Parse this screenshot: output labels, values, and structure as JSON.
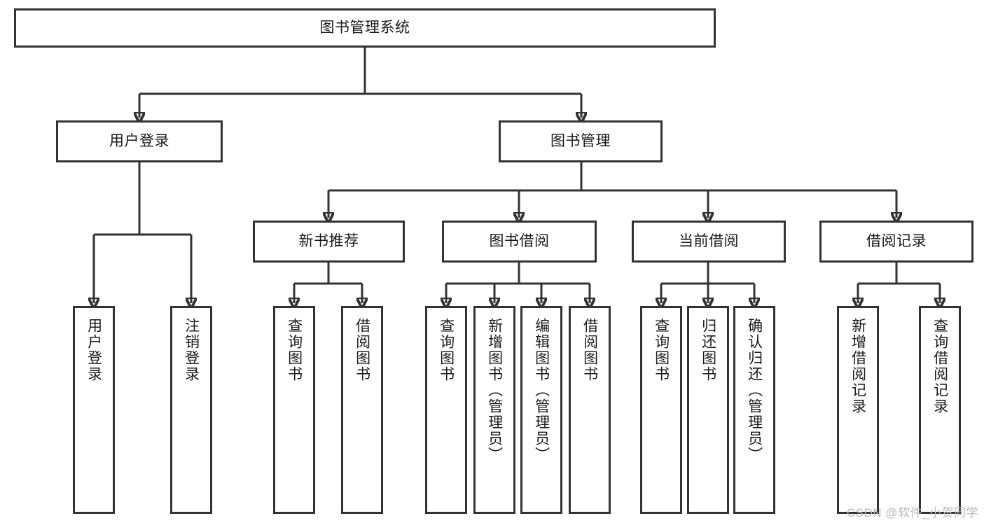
{
  "diagram": {
    "type": "tree-hierarchy",
    "title": "图书管理系统",
    "watermark": "CSDN @软件_小贺同学",
    "colors": {
      "stroke": "#333333",
      "fill": "#ffffff",
      "text": "#1a1a1a",
      "watermark": "#b9b9b9"
    },
    "levels": {
      "root": {
        "label": "图书管理系统"
      },
      "level2": [
        {
          "id": "user-login",
          "label": "用户登录"
        },
        {
          "id": "book-management",
          "label": "图书管理"
        }
      ],
      "level3": [
        {
          "id": "new-book-recommend",
          "label": "新书推荐",
          "parent": "book-management"
        },
        {
          "id": "book-borrow",
          "label": "图书借阅",
          "parent": "book-management"
        },
        {
          "id": "current-borrow",
          "label": "当前借阅",
          "parent": "book-management"
        },
        {
          "id": "borrow-record",
          "label": "借阅记录",
          "parent": "book-management"
        }
      ],
      "leaves": [
        {
          "id": "leaf-user-login",
          "label": "用户登录",
          "parent": "user-login"
        },
        {
          "id": "leaf-logout-login",
          "label": "注销登录",
          "parent": "user-login"
        },
        {
          "id": "leaf-query-book-1",
          "label": "查询图书",
          "parent": "new-book-recommend"
        },
        {
          "id": "leaf-borrow-book-1",
          "label": "借阅图书",
          "parent": "new-book-recommend"
        },
        {
          "id": "leaf-query-book-2",
          "label": "查询图书",
          "parent": "book-borrow"
        },
        {
          "id": "leaf-add-book",
          "label": "新增图书（管理员）",
          "parent": "book-borrow"
        },
        {
          "id": "leaf-edit-book",
          "label": "编辑图书（管理员）",
          "parent": "book-borrow"
        },
        {
          "id": "leaf-borrow-book-2",
          "label": "借阅图书",
          "parent": "book-borrow"
        },
        {
          "id": "leaf-query-book-3",
          "label": "查询图书",
          "parent": "current-borrow"
        },
        {
          "id": "leaf-return-book",
          "label": "归还图书",
          "parent": "current-borrow"
        },
        {
          "id": "leaf-confirm-return",
          "label": "确认归还（管理员）",
          "parent": "current-borrow"
        },
        {
          "id": "leaf-add-record",
          "label": "新增借阅记录",
          "parent": "borrow-record"
        },
        {
          "id": "leaf-query-record",
          "label": "查询借阅记录",
          "parent": "borrow-record"
        }
      ]
    }
  }
}
